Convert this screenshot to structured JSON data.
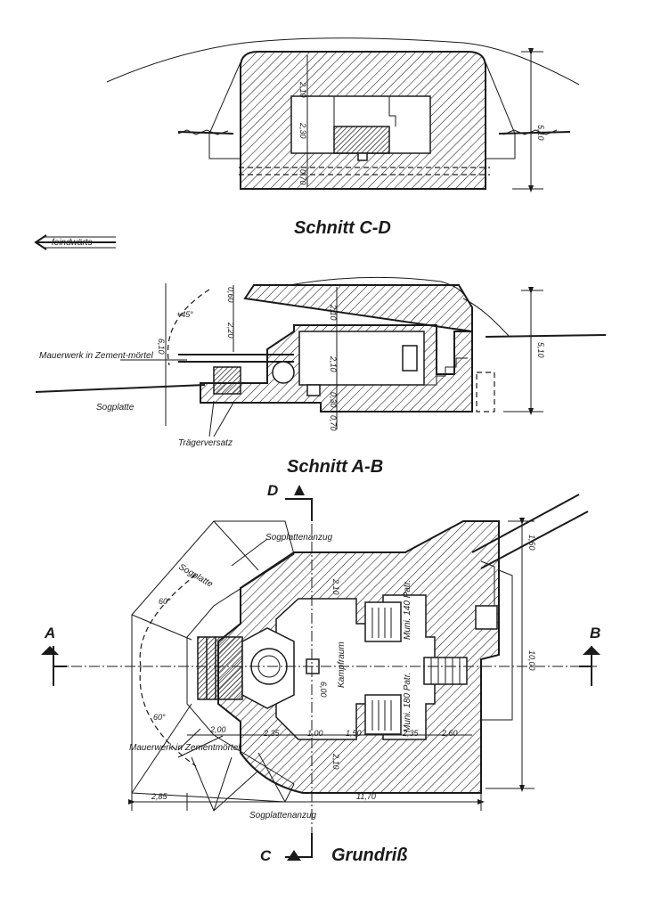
{
  "sections": {
    "cd": {
      "title": "Schnitt C-D",
      "dim_a": "2,10",
      "dim_b": "2,30",
      "dim_c": "0,70",
      "height": "5,10"
    },
    "direction": {
      "label": "feindwärts"
    },
    "ab": {
      "title": "Schnitt A-B",
      "masonry": "Mauerwerk in Zement-mörtel",
      "base_plate": "Sogplatte",
      "girder": "Trägerversatz",
      "angle": "+45°",
      "dim_overall": "6,10",
      "dim_top": "0,60",
      "dim_a": "2,20",
      "dim_b": "2,10",
      "dim_c": "2,10",
      "dim_d": "0,30",
      "dim_e": "0,70",
      "height": "5,10"
    },
    "plan": {
      "title": "Grundriß",
      "marker_a": "A",
      "marker_b": "B",
      "marker_c": "C",
      "marker_d": "D",
      "base_plate_top": "Sogplattenanzug",
      "base_plate": "Sogplatte",
      "base_plate_bottom": "Sogplattenanzug",
      "masonry": "Mauerwerk in Zementmörtel",
      "room": "Kampfraum",
      "ammo_1": "Muni. 140 Patr.",
      "ammo_2": "Muni. 180 Patr.",
      "angle_1": "60°",
      "angle_2": "60°",
      "dim_room": "6,00",
      "dim_wall_top": "2,10",
      "dim_wall_bottom": "2,10",
      "dim_1": "2,00",
      "dim_2": "2,35",
      "dim_3": "1,00",
      "dim_4": "1,50",
      "dim_5": "2,35",
      "dim_6": "2,60",
      "dim_left": "2,85",
      "dim_total": "11,70",
      "dim_height": "10,00",
      "dim_stub": "1,50"
    }
  }
}
